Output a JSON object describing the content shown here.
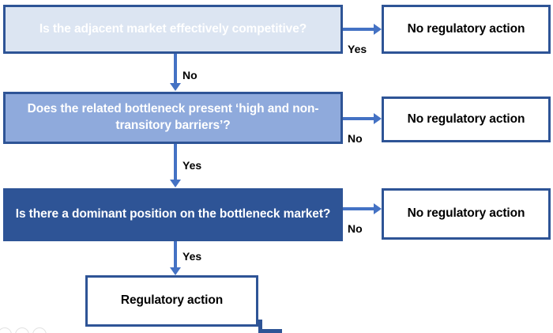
{
  "diagram": {
    "title": "Regulatory decision tree for adjacent and bottleneck markets",
    "colors": {
      "border_blue": "#2E5496",
      "arrow_blue": "#4472C4",
      "fill_light": "#DCE5F2",
      "fill_medium": "#8FAADC",
      "fill_dark": "#2E5496",
      "outcome_fill": "#FFFFFF",
      "decision_text": "#FFFFFF",
      "outcome_text": "#000000"
    },
    "decisions": [
      {
        "id": "adjacent-market",
        "text": "Is the adjacent market effectively competitive?",
        "fill": "light",
        "yes_label": "Yes",
        "no_label": "No"
      },
      {
        "id": "bottleneck-barriers",
        "text": "Does the related bottleneck present ‘high and non-transitory barriers’?",
        "fill": "medium",
        "yes_label": "Yes",
        "no_label": "No"
      },
      {
        "id": "dominant-position",
        "text": "Is there a dominant position on the bottleneck market?",
        "fill": "dark",
        "yes_label": "Yes",
        "no_label": "No"
      }
    ],
    "outcomes": [
      {
        "id": "no-action-1",
        "text": "No regulatory action"
      },
      {
        "id": "no-action-2",
        "text": "No regulatory action"
      },
      {
        "id": "no-action-3",
        "text": "No regulatory action"
      },
      {
        "id": "regulatory-action",
        "text": "Regulatory action"
      }
    ],
    "edges": [
      {
        "id": "edge-1-yes",
        "label": "Yes",
        "from": "adjacent-market",
        "to": "no-action-1",
        "direction": "right"
      },
      {
        "id": "edge-1-no",
        "label": "No",
        "from": "adjacent-market",
        "to": "bottleneck-barriers",
        "direction": "down"
      },
      {
        "id": "edge-2-no",
        "label": "No",
        "from": "bottleneck-barriers",
        "to": "no-action-2",
        "direction": "right"
      },
      {
        "id": "edge-2-yes",
        "label": "Yes",
        "from": "bottleneck-barriers",
        "to": "dominant-position",
        "direction": "down"
      },
      {
        "id": "edge-3-no",
        "label": "No",
        "from": "dominant-position",
        "to": "no-action-3",
        "direction": "right"
      },
      {
        "id": "edge-3-yes",
        "label": "Yes",
        "from": "dominant-position",
        "to": "regulatory-action",
        "direction": "down"
      }
    ]
  }
}
